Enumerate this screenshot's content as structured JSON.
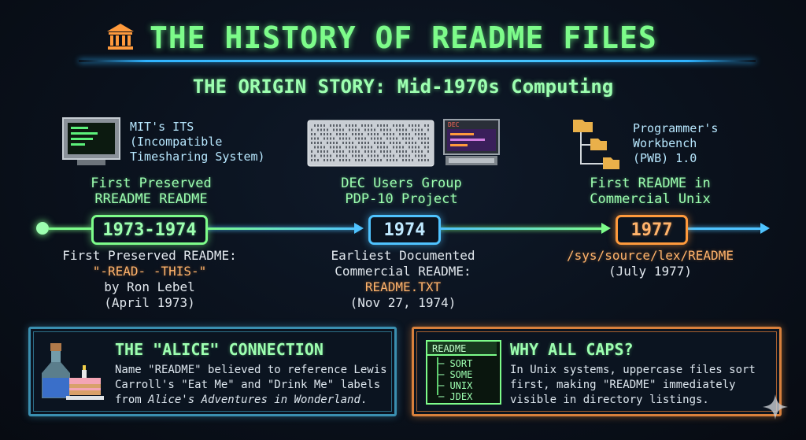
{
  "header": {
    "title": "THE HISTORY OF README FILES",
    "subtitle": "THE ORIGIN STORY: Mid-1970s Computing",
    "icon": "museum-icon"
  },
  "timeline": [
    {
      "icon_caption": [
        "MIT's ITS",
        "(Incompatible",
        "Timesharing System)"
      ],
      "heading": [
        "First Preserved",
        "RREADME README"
      ],
      "date": "1973-1974",
      "details": [
        "First Preserved README:",
        "\"-READ- -THIS-\"",
        "by Ron Lebel",
        "(April 1973)"
      ],
      "accent": "#7dfc8a"
    },
    {
      "icon_caption": [
        "DEC"
      ],
      "heading": [
        "DEC Users Group",
        "PDP-10 Project"
      ],
      "date": "1974",
      "details": [
        "Earliest Documented",
        "Commercial README:",
        "README.TXT",
        "(Nov 27, 1974)"
      ],
      "accent": "#4fc3ff"
    },
    {
      "icon_caption": [
        "Programmer's",
        "Workbench",
        "(PWB) 1.0"
      ],
      "heading": [
        "First README in",
        "Commercial Unix"
      ],
      "date": "1977",
      "details": [
        "/sys/source/lex/README",
        "(July 1977)"
      ],
      "accent": "#ff9a3c"
    }
  ],
  "alice": {
    "title": "THE \"ALICE\" CONNECTION",
    "line1": "Name \"README\" believed to reference Lewis",
    "line2": "Carroll's \"Eat Me\" and \"Drink Me\" labels",
    "line3_prefix": "from ",
    "line3_italic": "Alice's Adventures in Wonderland",
    "line3_suffix": "."
  },
  "caps": {
    "title": "WHY ALL CAPS?",
    "lines": [
      "In Unix systems, uppercase files sort",
      "first, making \"README\" immediately",
      "visible in directory listings."
    ],
    "listing_header": "README",
    "listing": [
      "SORT",
      "SOME",
      "UNIX",
      "JDEX"
    ]
  },
  "colors": {
    "green": "#7dfc8a",
    "blue": "#4fc3ff",
    "orange": "#ff9a3c"
  }
}
